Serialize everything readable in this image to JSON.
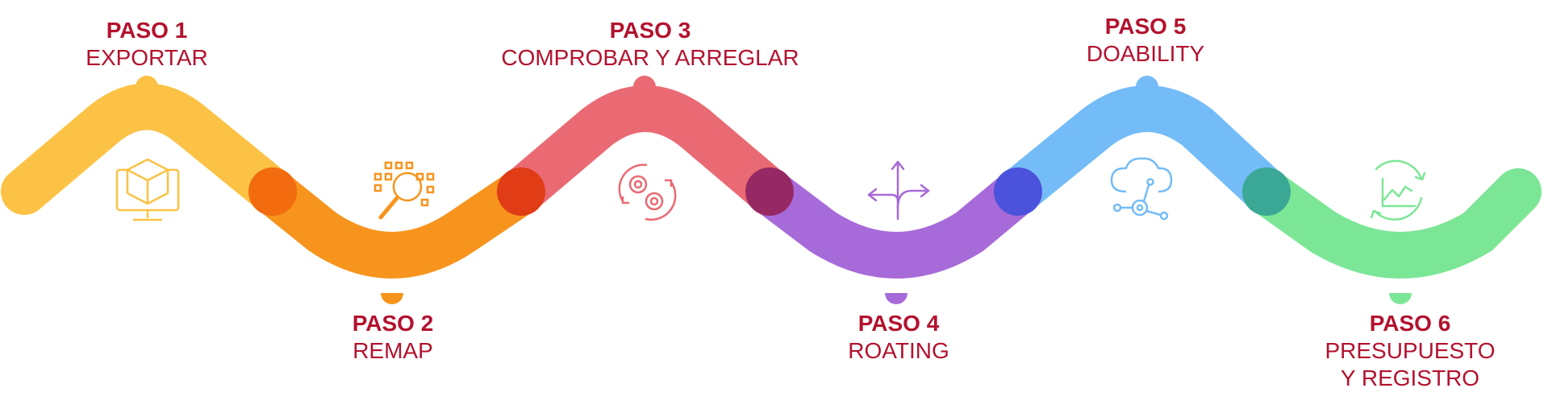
{
  "steps": [
    {
      "paso": "PASO 1",
      "title": "EXPORTAR",
      "color": "#fbc245",
      "icon": "monitor-cube-icon"
    },
    {
      "paso": "PASO 2",
      "title": "REMAP",
      "color": "#f7941d",
      "icon": "pixel-magnifier-icon"
    },
    {
      "paso": "PASO 3",
      "title": "COMPROBAR Y ARREGLAR",
      "color": "#e96a73",
      "icon": "gears-refresh-icon"
    },
    {
      "paso": "PASO 4",
      "title": "ROATING",
      "color": "#a76ad9",
      "icon": "route-arrows-icon"
    },
    {
      "paso": "PASO 5",
      "title": "DOABILITY",
      "color": "#74bcf7",
      "icon": "cloud-network-icon"
    },
    {
      "paso": "PASO 6",
      "title": "PRESUPUESTO",
      "title2": "Y REGISTRO",
      "color": "#7ce697",
      "icon": "chart-cycle-icon"
    }
  ],
  "joints": [
    {
      "color": "#f26b0f"
    },
    {
      "color": "#e03c16"
    },
    {
      "color": "#962964"
    },
    {
      "color": "#4b52db"
    },
    {
      "color": "#3aa894"
    }
  ]
}
